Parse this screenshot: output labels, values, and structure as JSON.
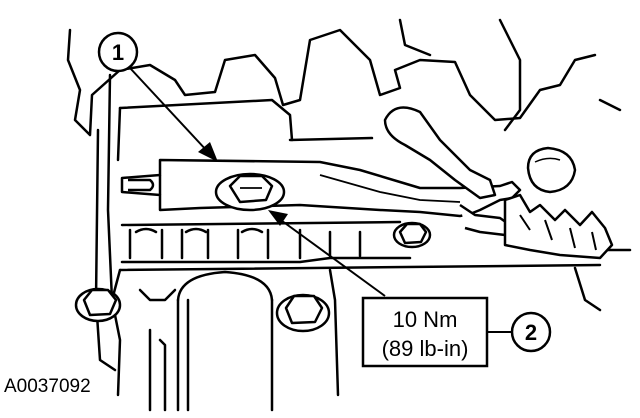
{
  "figure_id": "A0037092",
  "callouts": [
    {
      "number": "1"
    },
    {
      "number": "2"
    }
  ],
  "torque_spec": {
    "line1": "10 Nm",
    "line2": "(89 lb-in)"
  },
  "colors": {
    "ink": "#000000",
    "paper": "#ffffff"
  }
}
